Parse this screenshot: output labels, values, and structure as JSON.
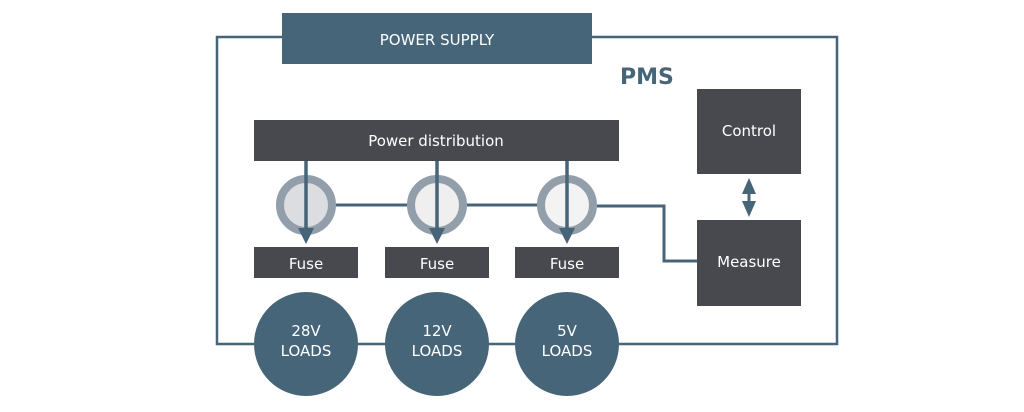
{
  "diagram": {
    "title": "PMS",
    "power_supply": {
      "label": "POWER SUPPLY"
    },
    "power_distribution": {
      "label": "Power distribution"
    },
    "control": {
      "label": "Control"
    },
    "measure": {
      "label": "Measure"
    },
    "fuses": [
      {
        "label": "Fuse"
      },
      {
        "label": "Fuse"
      },
      {
        "label": "Fuse"
      }
    ],
    "loads": [
      {
        "voltage": "28V",
        "label": "LOADS"
      },
      {
        "voltage": "12V",
        "label": "LOADS"
      },
      {
        "voltage": "5V",
        "label": "LOADS"
      }
    ],
    "colors": {
      "steel_blue": "#466579",
      "dark_box": "#47494e",
      "switch_ring": "#929fab",
      "switch_fill_first": "#dcdde0",
      "switch_fill": "#efeff0",
      "line": "#476579"
    }
  }
}
